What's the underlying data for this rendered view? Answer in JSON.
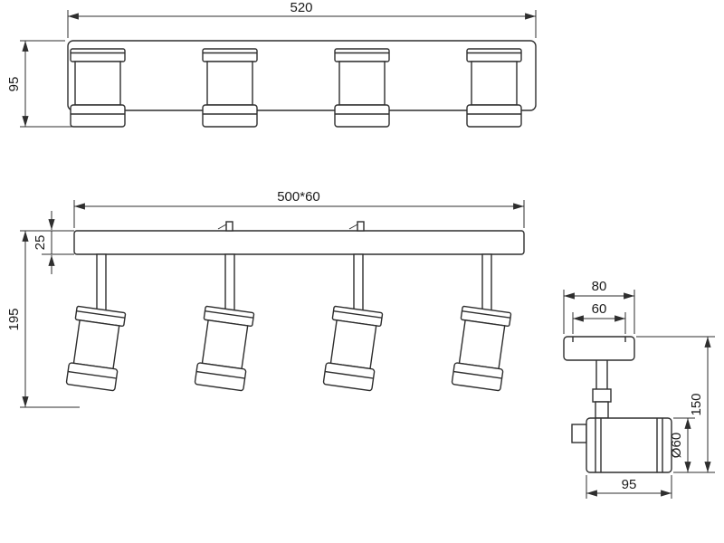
{
  "meta": {
    "background_color": "#ffffff",
    "line_color": "#2e2e2e"
  },
  "views": {
    "top": {
      "dims": {
        "width": "520",
        "height": "95"
      }
    },
    "front": {
      "dims": {
        "bar": "500*60",
        "thickness": "25",
        "drop": "195"
      }
    },
    "side": {
      "dims": {
        "canopy_width": "80",
        "inner_width": "60",
        "height": "150",
        "diameter": "Ø60",
        "length": "95"
      }
    }
  }
}
